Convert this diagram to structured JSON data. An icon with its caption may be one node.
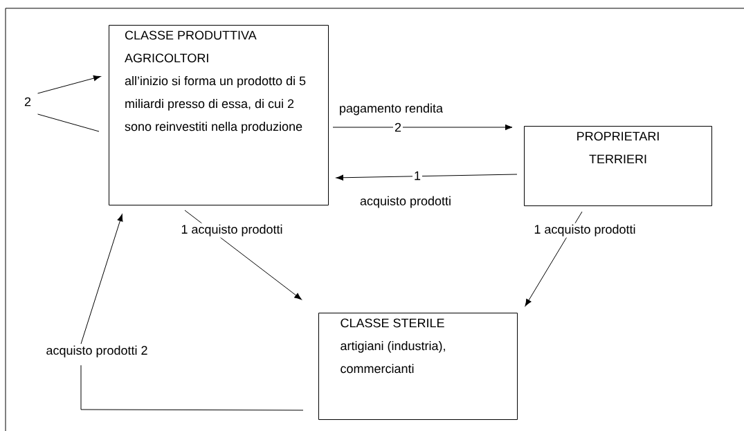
{
  "diagram": {
    "nodes": [
      {
        "text": [
          "CLASSE PRODUTTIVA AGRICOLTORI",
          "all’inizio si forma un prodotto di 5 miliardi presso di essa, di cui 2 sono reinvestiti nella produzione"
        ]
      },
      {
        "text": [
          "PROPRIETARI TERRIERI"
        ]
      },
      {
        "text": [
          "CLASSE STERILE",
          "artigiani (industria), commercianti"
        ]
      },
      {
        "text": [
          "2"
        ]
      }
    ],
    "edges": [
      {
        "from": 0,
        "to": 1,
        "arrow": "to",
        "label": "2"
      },
      {
        "from": 1,
        "to": 0,
        "arrow": "to",
        "label": "1"
      },
      {
        "from": 0,
        "to": 2,
        "arrow": "to",
        "label": "1 acquisto prodotti"
      },
      {
        "from": 1,
        "to": 2,
        "arrow": "to",
        "label": "1 acquisto prodotti"
      },
      {
        "from": 2,
        "to": 0,
        "arrow": "to",
        "label": "acquisto prodotti 2"
      },
      {
        "from": 3,
        "to": 0,
        "arrow": "to"
      },
      {
        "from": 3,
        "to": 0,
        "arrow": "none"
      }
    ],
    "labels": [
      "pagamento rendita",
      "acquisto prodotti"
    ]
  }
}
